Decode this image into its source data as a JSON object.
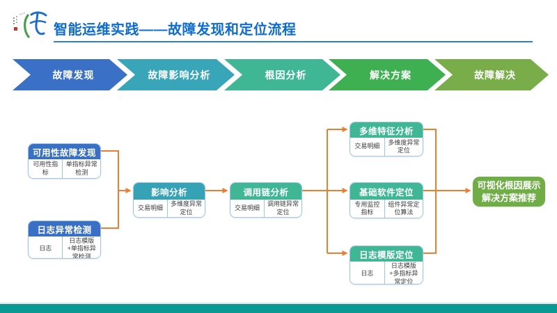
{
  "header": {
    "title": "智能运维实践——故障发现和定位流程"
  },
  "banner": {
    "steps": [
      {
        "label": "故障发现",
        "color": "#3a70c5"
      },
      {
        "label": "故障影响分析",
        "color": "#38a6b8"
      },
      {
        "label": "根因分析",
        "color": "#3fb795"
      },
      {
        "label": "解决方案",
        "color": "#3eb052"
      },
      {
        "label": "故障解决",
        "color": "#78ad49"
      }
    ]
  },
  "flow": {
    "nodes": [
      {
        "title": "可用性故障发现",
        "cells": [
          "可用性指标",
          "单指标异常检测"
        ],
        "header_color": "#3a6fc6"
      },
      {
        "title": "日志异常检测",
        "cells": [
          "日志",
          "日志模版+单指标异常检测"
        ],
        "header_color": "#3a6fc6"
      },
      {
        "title": "影响分析",
        "cells": [
          "交易明细",
          "多维度异常定位"
        ],
        "header_color": "#35a3b5"
      },
      {
        "title": "调用链分析",
        "cells": [
          "交易明细",
          "调用链异常定位"
        ],
        "header_color": "#3fb795"
      },
      {
        "title": "多维特征分析",
        "cells": [
          "交易明细",
          "多维度异常定位"
        ],
        "header_color": "#3fb795"
      },
      {
        "title": "基础软件定位",
        "cells": [
          "专用监控指标",
          "组件异常定位算法"
        ],
        "header_color": "#3fb795"
      },
      {
        "title": "日志模版定位",
        "cells": [
          "日志",
          "日志模版+多指标异常定位"
        ],
        "header_color": "#3fb795"
      }
    ],
    "result": {
      "line1": "可视化根因展示",
      "line2": "解决方案推荐",
      "color": "#70ad47"
    }
  },
  "colors": {
    "title": "#0e6ccd",
    "underline": "#2d7fd3",
    "connector": "#ed7d31",
    "bottom_bar": "#0b9a93",
    "box_border": "#9dc3e6"
  }
}
